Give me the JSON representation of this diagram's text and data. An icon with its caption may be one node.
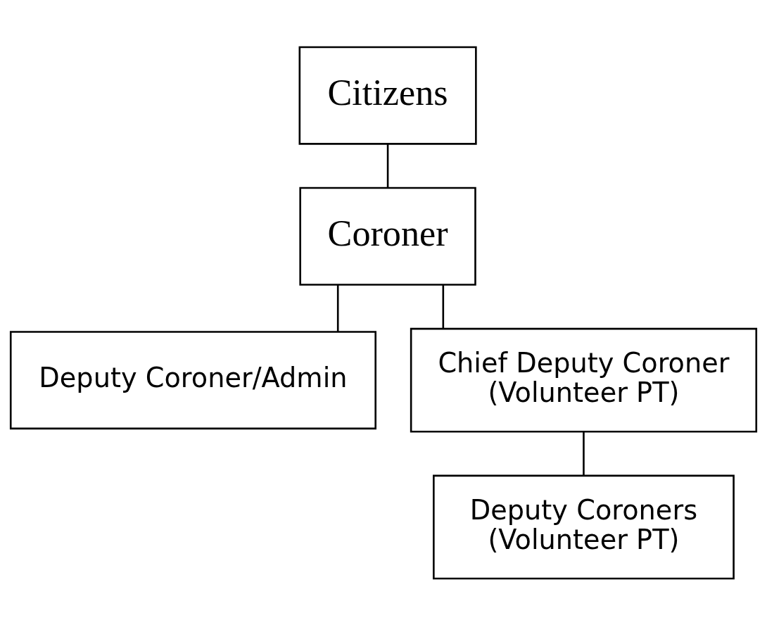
{
  "diagram": {
    "nodes": [
      {
        "text": [
          "Citizens"
        ]
      },
      {
        "text": [
          "Coroner"
        ]
      },
      {
        "text": [
          "Deputy Coroner/Admin"
        ]
      },
      {
        "text": [
          "Chief Deputy Coroner",
          "(Volunteer PT)"
        ]
      },
      {
        "text": [
          "Deputy Coroners",
          "(Volunteer PT)"
        ]
      }
    ],
    "edges": [
      {
        "from": 0,
        "to": 1,
        "arrow": "none"
      },
      {
        "from": 1,
        "to": 2,
        "arrow": "none"
      },
      {
        "from": 1,
        "to": 3,
        "arrow": "none"
      },
      {
        "from": 3,
        "to": 4,
        "arrow": "none"
      }
    ]
  }
}
